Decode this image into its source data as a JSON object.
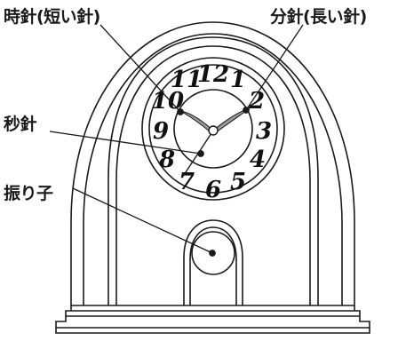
{
  "labels": {
    "hour_hand": "時針(短い針)",
    "minute_hand": "分針(長い針)",
    "second_hand": "秒針",
    "pendulum": "振り子"
  },
  "dial": {
    "numerals": [
      "12",
      "1",
      "2",
      "3",
      "4",
      "5",
      "6",
      "7",
      "8",
      "9",
      "10",
      "11"
    ]
  },
  "colors": {
    "line": "#1a1a1a",
    "hands": "#8a8a8a",
    "background": "#ffffff"
  }
}
